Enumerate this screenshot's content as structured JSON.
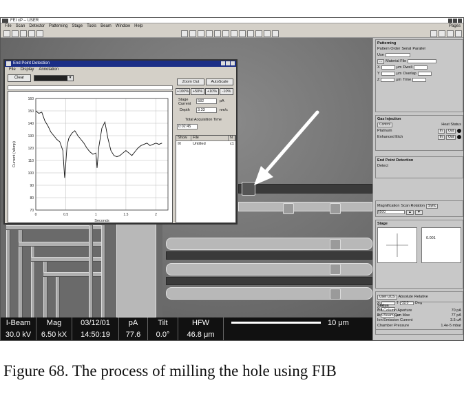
{
  "window": {
    "title": "FEI xP – USER",
    "menu": [
      "File",
      "Scan",
      "Detector",
      "Patterning",
      "Stage",
      "Tools",
      "Beam",
      "Window",
      "Help"
    ],
    "page_label": "Pages"
  },
  "status_bar": {
    "cells": [
      {
        "label": "I-Beam",
        "value": "30.0 kV"
      },
      {
        "label": "Mag",
        "value": "6.50 kX"
      },
      {
        "label": "03/12/01",
        "value": "14:50:19"
      },
      {
        "label": "pA",
        "value": "77.6"
      },
      {
        "label": "Tilt",
        "value": "0.0°"
      },
      {
        "label": "HFW",
        "value": "46.8 μm"
      }
    ],
    "scale_label": "10 μm"
  },
  "dialog": {
    "title": "End Point Detection",
    "menu": [
      "File",
      "Display",
      "Annotation"
    ],
    "clear_button": "Clear",
    "zoom_out": "Zoom Out",
    "auto_scale": "AutoScale",
    "zoom_levels": [
      "+100%",
      "+50%",
      "+10%",
      "-10%"
    ],
    "stage_current_label": "Stage Current",
    "stage_current_value": "582",
    "stage_current_unit": "pA",
    "depth_label": "Depth",
    "depth_value": "3.33",
    "depth_unit": "nm/c",
    "acq_time_label": "Total Acquisition Time",
    "acq_time_value": "0:02:45",
    "list_headers": [
      "Show",
      "File",
      "N"
    ],
    "list_rows": [
      {
        "file": "Untitled",
        "n": "c1"
      }
    ]
  },
  "chart_data": {
    "type": "line",
    "xlabel": "Seconds",
    "ylabel": "Current (nAmp)",
    "ylim": [
      70,
      160
    ],
    "yticks": [
      160,
      150,
      140,
      130,
      120,
      110,
      100,
      90,
      80,
      70
    ],
    "xticks": [
      "0",
      "0.5",
      "1",
      "1.5",
      "2"
    ],
    "series": [
      {
        "x": [
          0.0,
          0.05,
          0.1,
          0.15,
          0.2,
          0.25,
          0.3,
          0.35,
          0.4,
          0.45,
          0.48,
          0.5,
          0.52,
          0.55,
          0.6,
          0.65,
          0.7,
          0.75,
          0.8,
          0.85,
          0.9,
          0.95,
          1.0,
          1.02,
          1.05,
          1.1,
          1.15,
          1.2,
          1.25,
          1.3,
          1.35,
          1.4,
          1.45,
          1.5,
          1.55,
          1.6,
          1.65,
          1.7,
          1.75,
          1.8,
          1.85,
          1.9,
          1.95,
          2.0,
          2.05,
          2.1
        ],
        "y": [
          150,
          148,
          149,
          142,
          138,
          133,
          130,
          127,
          125,
          118,
          96,
          108,
          122,
          128,
          132,
          134,
          130,
          127,
          124,
          120,
          117,
          115,
          116,
          104,
          121,
          136,
          141,
          128,
          118,
          114,
          113,
          114,
          116,
          118,
          116,
          114,
          117,
          120,
          122,
          123,
          124,
          122,
          123,
          124,
          123,
          124
        ]
      }
    ]
  },
  "right_panel": {
    "patterning_title": "Patterning",
    "pattern_order_label": "Pattern Order",
    "serial_label": "Serial",
    "parallel_label": "Parallel",
    "use_label": "Use",
    "material_file_label": "Material File",
    "field_labels": [
      "X",
      "Y",
      "Z"
    ],
    "dwell_label": "Dwell",
    "overlap_label": "Overlap",
    "time_label": "Time",
    "unit_um": "μm",
    "gis_title": "Gas Injection",
    "gis_control": "Control",
    "heat_status": "Heat Status",
    "gases": [
      "Platinum",
      "Enhanced Etch"
    ],
    "gas_in": "In",
    "gas_out": "Out",
    "epd_title": "End Point Detection",
    "epd_option": "Detect",
    "mag_label": "Magnification",
    "scan_rotation_label": "Scan Rotation",
    "sync_label": "Sync",
    "mag_value": "6500",
    "stage_title": "Stage",
    "stage_readout": "0.001",
    "user_button": "User UCS",
    "absolute_label": "Absolute",
    "relative_label": "Relative",
    "stage_fields": [
      "X",
      "Y",
      "Z",
      "T"
    ],
    "rotation_value": "-18.0",
    "deg_label": "Deg",
    "status_title": "Status",
    "status_lines": [
      {
        "label": "Ion Column Aperture",
        "value": "70 pA"
      },
      {
        "label": "Ion Beam Cur. Max",
        "value": "77 pA"
      },
      {
        "label": "Ion Emission Current",
        "value": "3.5 uA"
      }
    ],
    "chamber_label": "Chamber Pressure",
    "chamber_value": "1.4e-5 mbar"
  },
  "caption": "Figure 68. The process of milling the hole using FIB"
}
